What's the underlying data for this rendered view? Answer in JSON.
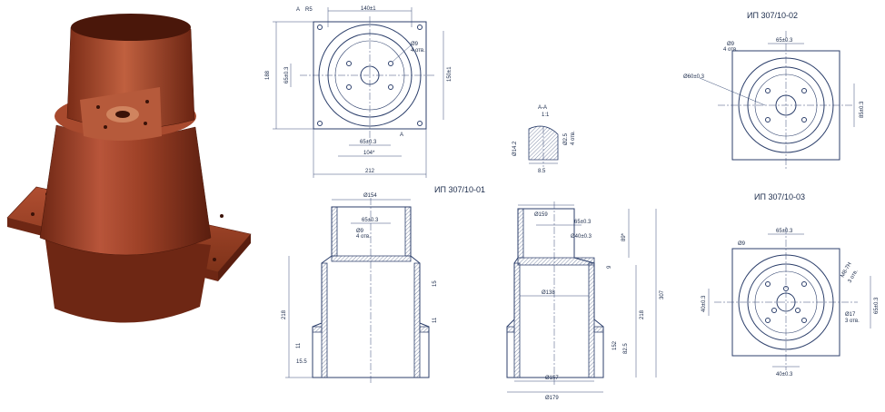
{
  "colors": {
    "product": "#8e3a22",
    "ink": "#2c3f6b"
  },
  "titles": {
    "v01": "ИП 307/10-01",
    "v02": "ИП 307/10-02",
    "v03": "ИП 307/10-03",
    "section": "А-А",
    "section_scale": "1:1"
  },
  "top_view": {
    "d_140": "140±1",
    "d_188": "188",
    "d_150": "150±1",
    "d_65v": "65±0.3",
    "d_65h": "65±0.3",
    "d_104": "104*",
    "d_212": "212",
    "hole": "Ø9",
    "hole_n": "4 отв.",
    "r": "R5",
    "cut_label": "А"
  },
  "section_aa": {
    "d1": "Ø14.2",
    "d2": "Ø2.5",
    "d3": "4 отв.",
    "d4": "8.5"
  },
  "v01": {
    "d_154": "Ø154",
    "d_65": "65±0.3",
    "hole": "Ø9",
    "hole_n": "4 отв.",
    "h_218": "218",
    "d_15": "15",
    "d_11": "11",
    "d_155": "15.5"
  },
  "v_side": {
    "d_159": "Ø159",
    "d_65": "65±0.3",
    "d_40": "Ø40±0.3",
    "d_89": "89*",
    "d_307": "307",
    "d_9": "9",
    "d_138": "Ø138",
    "d_218": "218",
    "d_152": "152",
    "d_825": "82.5",
    "d_157": "Ø157",
    "d_179": "Ø179"
  },
  "v02": {
    "hole": "Ø9",
    "hole_n": "4 отв.",
    "d_65": "65±0.3",
    "d_60": "Ø60±0.3",
    "d_85": "85±0.3"
  },
  "v03": {
    "hole": "Ø9",
    "d_65": "65±0.3",
    "d_40": "40±0.3",
    "d_40b": "40±0.3",
    "d_65v": "65±0.3",
    "d_m": "M8-7H",
    "d_m_n": "3 отв.",
    "d_ob": "Ø17",
    "d_ob_n": "3 отв."
  }
}
